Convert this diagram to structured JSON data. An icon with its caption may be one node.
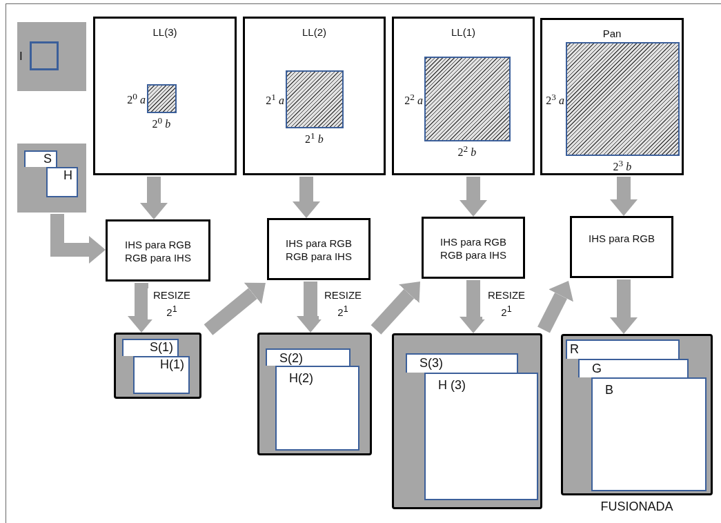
{
  "diagram": {
    "nodes": [
      {
        "text": [
          "I"
        ]
      },
      {
        "text": [],
        "shape": "box"
      },
      {
        "text": [
          "S"
        ],
        "in": 1
      },
      {
        "text": [
          "H"
        ],
        "in": 1
      },
      {
        "text": [
          "LL(3)"
        ]
      },
      {
        "text": [],
        "shape": "box",
        "in": 4,
        "beside": [
          "2$^{0}$ *a*",
          "2$^{0}$ *b*"
        ]
      },
      {
        "text": [
          "LL(2)"
        ]
      },
      {
        "text": [],
        "shape": "box",
        "in": 6,
        "beside": [
          "2$^{1}$ *a*",
          "2$^{1}$ *b*"
        ]
      },
      {
        "text": [
          "LL(1)"
        ]
      },
      {
        "text": [],
        "shape": "box",
        "in": 8,
        "beside": [
          "2$^{2}$ *a*",
          "2$^{2}$ *b*"
        ]
      },
      {
        "text": [
          "Pan"
        ]
      },
      {
        "text": [],
        "shape": "box",
        "in": 10,
        "beside": [
          "2$^{3}$ *a*",
          "2$^{3}$ *b*"
        ]
      },
      {
        "text": [
          "IHS para RGB RGB para IHS"
        ]
      },
      {
        "text": [
          "IHS para RGB RGB para IHS"
        ]
      },
      {
        "text": [
          "IHS para RGB RGB para IHS"
        ]
      },
      {
        "text": [
          "IHS para RGB"
        ]
      },
      {
        "text": [],
        "shape": "box"
      },
      {
        "text": [
          "S(1)"
        ],
        "in": 16
      },
      {
        "text": [
          "H(1)"
        ],
        "in": 16
      },
      {
        "text": [],
        "shape": "box"
      },
      {
        "text": [
          "S(2)"
        ],
        "in": 19
      },
      {
        "text": [
          "H(2)"
        ],
        "in": 19
      },
      {
        "text": [],
        "shape": "box"
      },
      {
        "text": [
          "S(3)"
        ],
        "in": 22
      },
      {
        "text": [
          "H (3)"
        ],
        "in": 22
      },
      {
        "text": [],
        "shape": "box",
        "beside": [
          "FUSIONADA"
        ]
      },
      {
        "text": [
          "R"
        ],
        "in": 25
      },
      {
        "text": [
          "G"
        ],
        "in": 25
      },
      {
        "text": [
          "B"
        ],
        "in": 25
      }
    ],
    "edges": [
      {
        "from": 4,
        "to": 12,
        "arrow": "to"
      },
      {
        "from": 6,
        "to": 13,
        "arrow": "to"
      },
      {
        "from": 8,
        "to": 14,
        "arrow": "to"
      },
      {
        "from": 10,
        "to": 15,
        "arrow": "to"
      },
      {
        "from": 1,
        "to": 12,
        "arrow": "to"
      },
      {
        "from": 12,
        "to": 16,
        "arrow": "to",
        "label": "RESIZE 2$^{1}$"
      },
      {
        "from": 16,
        "to": 13,
        "arrow": "to"
      },
      {
        "from": 13,
        "to": 19,
        "arrow": "to",
        "label": "RESIZE 2$^{1}$"
      },
      {
        "from": 19,
        "to": 14,
        "arrow": "to"
      },
      {
        "from": 14,
        "to": 22,
        "arrow": "to",
        "label": "RESIZE 2$^{1}$"
      },
      {
        "from": 22,
        "to": 15,
        "arrow": "to"
      },
      {
        "from": 15,
        "to": 25,
        "arrow": "to"
      }
    ]
  }
}
